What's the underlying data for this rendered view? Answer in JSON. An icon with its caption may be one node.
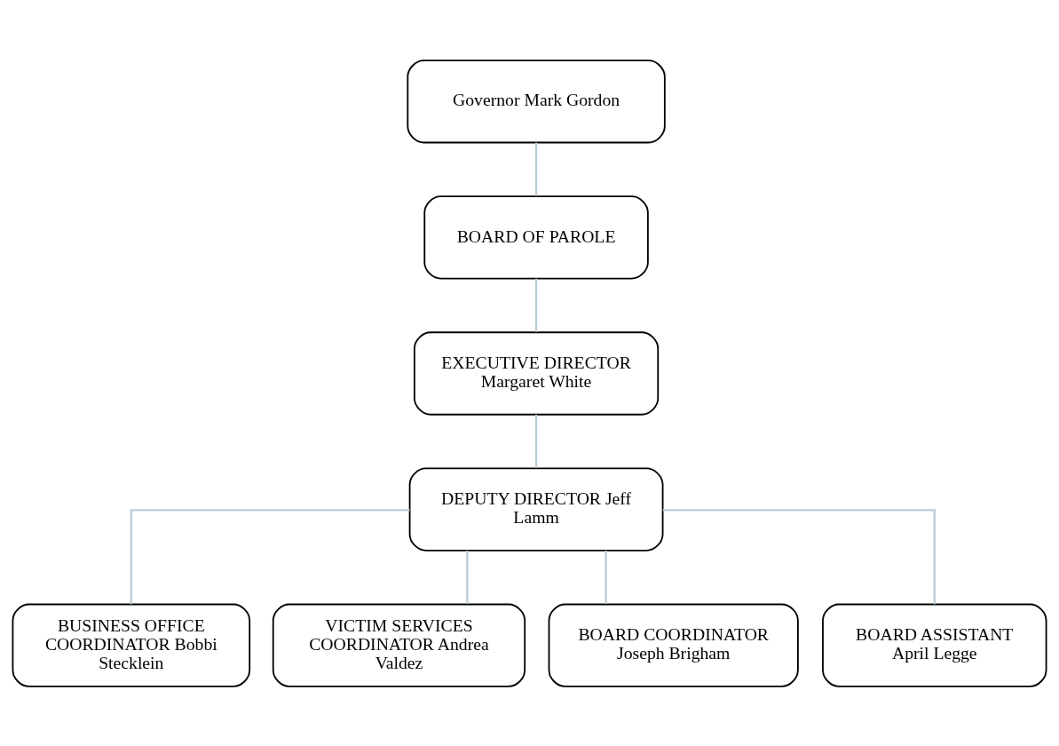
{
  "diagram": {
    "nodes": [
      {
        "text": [
          "Governor Mark Gordon"
        ]
      },
      {
        "text": [
          "BOARD OF PAROLE"
        ]
      },
      {
        "text": [
          "EXECUTIVE DIRECTOR Margaret White"
        ]
      },
      {
        "text": [
          "DEPUTY DIRECTOR Jeff Lamm"
        ]
      },
      {
        "text": [
          "BUSINESS OFFICE COORDINATOR Bobbi Stecklein"
        ]
      },
      {
        "text": [
          "VICTIM SERVICES COORDINATOR Andrea Valdez"
        ]
      },
      {
        "text": [
          "BOARD COORDINATOR Joseph Brigham"
        ]
      },
      {
        "text": [
          "BOARD ASSISTANT April Legge"
        ]
      }
    ],
    "edges": [
      {
        "from": 0,
        "to": 1,
        "arrow": "none"
      },
      {
        "from": 1,
        "to": 2,
        "arrow": "none"
      },
      {
        "from": 2,
        "to": 3,
        "arrow": "none"
      },
      {
        "from": 3,
        "to": 4,
        "arrow": "none"
      },
      {
        "from": 3,
        "to": 5,
        "arrow": "none"
      },
      {
        "from": 3,
        "to": 6,
        "arrow": "none"
      },
      {
        "from": 3,
        "to": 7,
        "arrow": "none"
      }
    ]
  }
}
